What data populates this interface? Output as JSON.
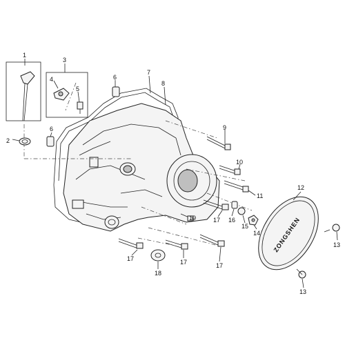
{
  "diagram": {
    "callouts": [
      {
        "id": "c1",
        "label": "1"
      },
      {
        "id": "c2",
        "label": "2"
      },
      {
        "id": "c3",
        "label": "3"
      },
      {
        "id": "c4",
        "label": "4"
      },
      {
        "id": "c5",
        "label": "5"
      },
      {
        "id": "c6a",
        "label": "6"
      },
      {
        "id": "c6b",
        "label": "6"
      },
      {
        "id": "c7",
        "label": "7"
      },
      {
        "id": "c8",
        "label": "8"
      },
      {
        "id": "c9",
        "label": "9"
      },
      {
        "id": "c10",
        "label": "10"
      },
      {
        "id": "c11",
        "label": "11"
      },
      {
        "id": "c12",
        "label": "12"
      },
      {
        "id": "c13a",
        "label": "13"
      },
      {
        "id": "c13b",
        "label": "13"
      },
      {
        "id": "c14",
        "label": "14"
      },
      {
        "id": "c15",
        "label": "15"
      },
      {
        "id": "c16",
        "label": "16"
      },
      {
        "id": "c17a",
        "label": "17"
      },
      {
        "id": "c17b",
        "label": "17"
      },
      {
        "id": "c17c",
        "label": "17"
      },
      {
        "id": "c17d",
        "label": "17"
      },
      {
        "id": "c18",
        "label": "18"
      },
      {
        "id": "c19",
        "label": "19"
      }
    ],
    "cover_logo": "ZONGSHEN"
  }
}
